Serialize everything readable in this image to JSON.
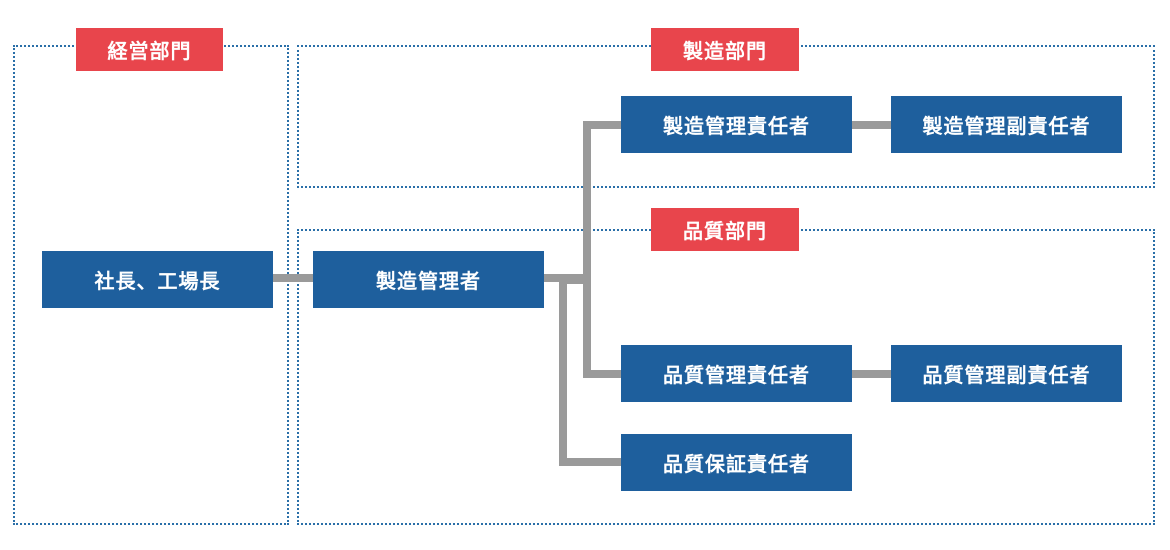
{
  "departments": {
    "management": "経営部門",
    "manufacturing": "製造部門",
    "quality": "品質部門"
  },
  "roles": {
    "president": "社長、工場長",
    "manufacturing_manager": "製造管理者",
    "manufacturing_control_lead": "製造管理責任者",
    "manufacturing_control_deputy": "製造管理副責任者",
    "quality_control_lead": "品質管理責任者",
    "quality_control_deputy": "品質管理副責任者",
    "quality_assurance_lead": "品質保証責任者"
  },
  "colors": {
    "department_border": "#2a6fa8",
    "department_tag": "#e8454c",
    "role_box": "#1e5f9d",
    "connector": "#9a9a9a"
  }
}
